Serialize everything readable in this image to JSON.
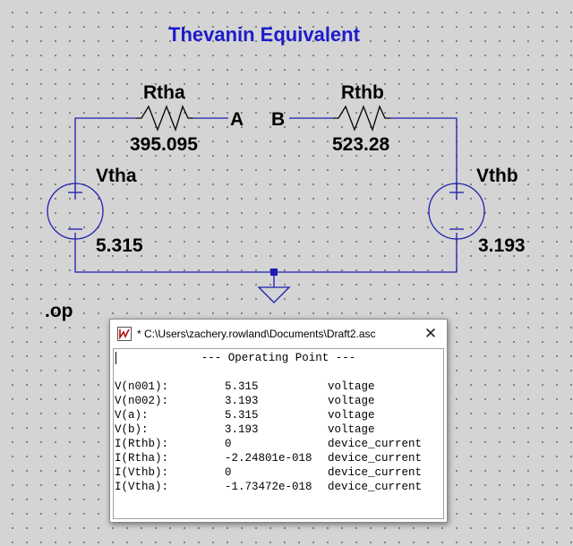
{
  "schematic": {
    "title": "Thevanin Equivalent",
    "directive": ".op",
    "nodes": {
      "a": "A",
      "b": "B"
    },
    "components": {
      "rtha": {
        "name": "Rtha",
        "value": "395.095"
      },
      "rthb": {
        "name": "Rthb",
        "value": "523.28"
      },
      "vtha": {
        "name": "Vtha",
        "value": "5.315"
      },
      "vthb": {
        "name": "Vthb",
        "value": "3.193"
      }
    },
    "colors": {
      "wire": "#1c1cb0",
      "title": "#1c1ccc",
      "background": "#d4d4d4",
      "node_dot": "#1c1cb0"
    },
    "icons": [
      "ground-icon",
      "voltage-source-icon",
      "resistor-icon",
      "node-dot-icon"
    ]
  },
  "op_window": {
    "title": "* C:\\Users\\zachery.rowland\\Documents\\Draft2.asc",
    "close_label": "✕",
    "header": "--- Operating Point ---",
    "rows": [
      {
        "name": "V(n001):",
        "value": "5.315",
        "type": "voltage"
      },
      {
        "name": "V(n002):",
        "value": "3.193",
        "type": "voltage"
      },
      {
        "name": "V(a):",
        "value": "5.315",
        "type": "voltage"
      },
      {
        "name": "V(b):",
        "value": "3.193",
        "type": "voltage"
      },
      {
        "name": "I(Rthb):",
        "value": "0",
        "type": "device_current"
      },
      {
        "name": "I(Rtha):",
        "value": "-2.24801e-018",
        "type": "device_current"
      },
      {
        "name": "I(Vthb):",
        "value": "0",
        "type": "device_current"
      },
      {
        "name": "I(Vtha):",
        "value": "-1.73472e-018",
        "type": "device_current"
      }
    ]
  }
}
